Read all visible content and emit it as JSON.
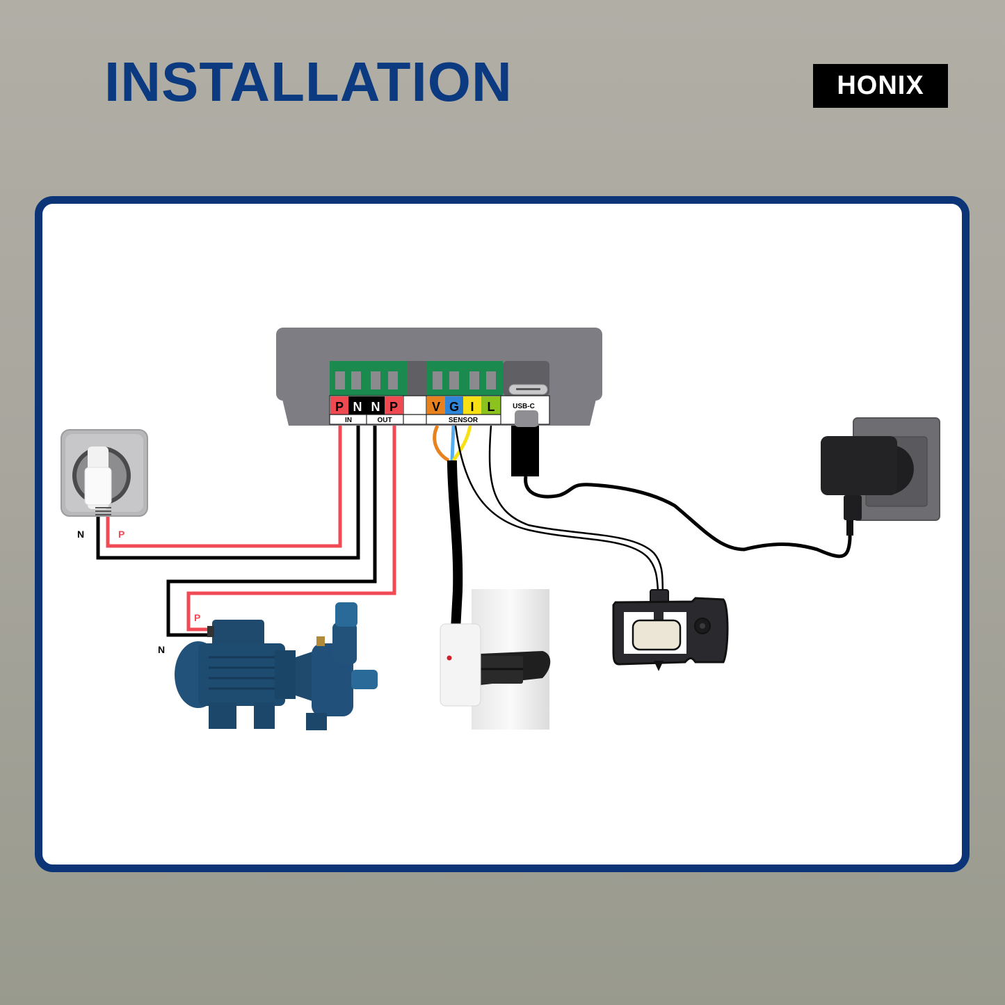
{
  "header": {
    "title": "INSTALLATION",
    "brand": "HONIX"
  },
  "colors": {
    "title": "#0b3a80",
    "frame_border": "#0b3577",
    "wire_phase": "#f04a55",
    "wire_neutral": "#000000",
    "terminal_green": "#1a8a4e",
    "controller_body": "#7d7d83"
  },
  "controller": {
    "terminals": [
      {
        "label": "P",
        "color": "#ef4a52",
        "text_color": "#000000"
      },
      {
        "label": "N",
        "color": "#000000",
        "text_color": "#ffffff"
      },
      {
        "label": "N",
        "color": "#000000",
        "text_color": "#ffffff"
      },
      {
        "label": "P",
        "color": "#ef4a52",
        "text_color": "#000000"
      },
      {
        "label": "V",
        "color": "#e8821e",
        "text_color": "#000000"
      },
      {
        "label": "G",
        "color": "#2f86d9",
        "text_color": "#000000"
      },
      {
        "label": "I",
        "color": "#f7e114",
        "text_color": "#000000"
      },
      {
        "label": "L",
        "color": "#8cc21e",
        "text_color": "#000000"
      }
    ],
    "groups": {
      "in": "IN",
      "out": "OUT",
      "sensor": "SENSOR",
      "usb": "USB-C"
    }
  },
  "wire_labels": {
    "outlet_n": "N",
    "outlet_p": "P",
    "pump_n": "N",
    "pump_p": "P"
  },
  "components": {
    "wall_outlet": "wall-outlet-with-plug",
    "pump": "water-pump",
    "flow_sensor": "pipe-flow-sensor",
    "float_switch": "float-level-sensor",
    "usb_charger": "usb-c-power-adapter"
  }
}
